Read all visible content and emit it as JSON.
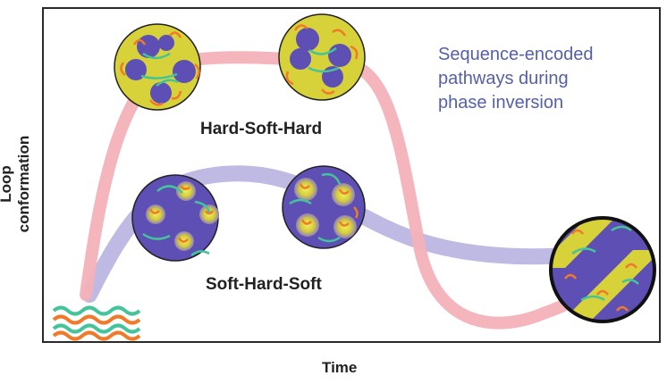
{
  "axes": {
    "y_label": "Loop conformation",
    "x_label": "Time"
  },
  "caption": {
    "line1": "Sequence-encoded",
    "line2": "pathways during",
    "line3": "phase inversion"
  },
  "labels": {
    "hard_soft_hard": "Hard-Soft-Hard",
    "soft_hard_soft": "Soft-Hard-Soft"
  },
  "colors": {
    "pathway_hard_soft_hard": "#f4b1b8",
    "pathway_soft_hard_soft": "#b7b3e0",
    "yellow_phase": "#d8d23a",
    "purple_phase": "#5e4fb4",
    "hard_chain": "#f07a28",
    "soft_chain": "#43c49a"
  },
  "icons": [
    "hard-soft-hard-micelle-icon",
    "soft-hard-soft-micelle-icon",
    "lamellar-phase-icon",
    "free-chains-icon"
  ]
}
